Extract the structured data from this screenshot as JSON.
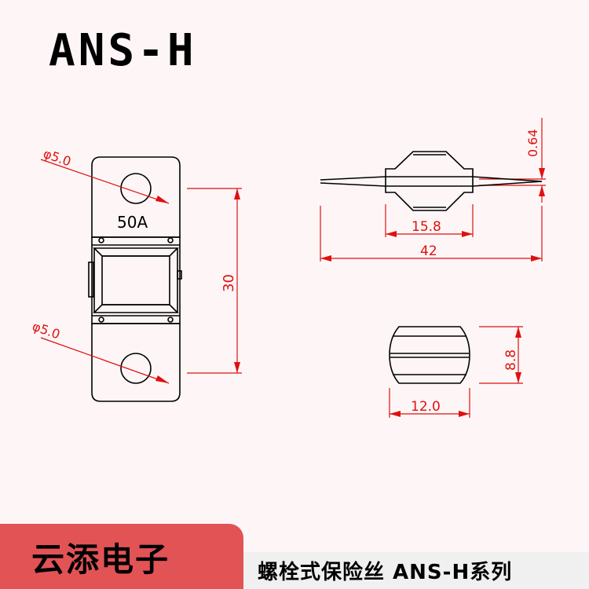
{
  "title": "ANS-H",
  "fuse_rating": "50A",
  "dimensions": {
    "hole_top": "φ5.0",
    "hole_bottom": "φ5.0",
    "height": "30",
    "thickness": "0.64",
    "body_width": "15.8",
    "total_length": "42",
    "end_width": "12.0",
    "end_height": "8.8"
  },
  "footer": {
    "brand": "云添电子",
    "product": "螺栓式保险丝  ANS-H系列"
  },
  "colors": {
    "dimension": "#e01010",
    "brand_bar": "#e25356"
  }
}
